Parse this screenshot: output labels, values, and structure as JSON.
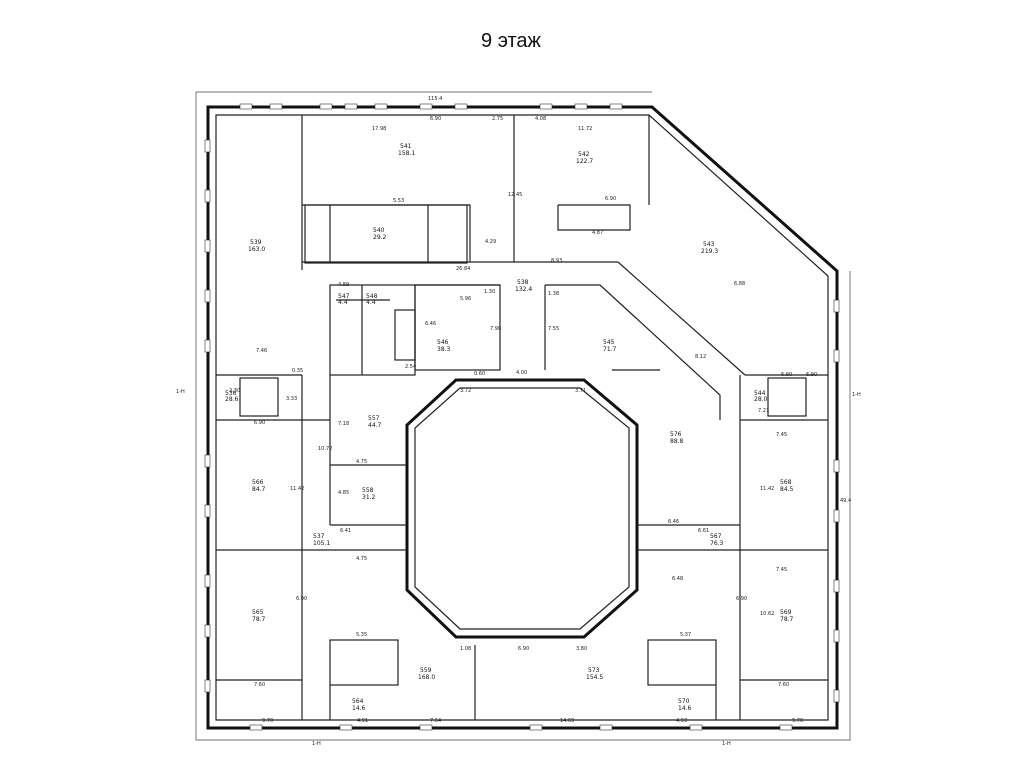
{
  "title": "9 этаж",
  "dimensions": {
    "top_total": "115.4",
    "right_total": "49.4",
    "axis_left": "1-Н",
    "axis_right": "1-Н",
    "axis_bottom_left": "1-Н",
    "axis_bottom_right": "1-Н"
  },
  "rooms": [
    {
      "id": "541",
      "area": "158.1"
    },
    {
      "id": "542",
      "area": "122.7"
    },
    {
      "id": "539",
      "area": "163.0"
    },
    {
      "id": "540",
      "area": "29.2"
    },
    {
      "id": "543",
      "area": "219.3"
    },
    {
      "id": "538",
      "area": "132.4"
    },
    {
      "id": "547",
      "area": "4.4"
    },
    {
      "id": "548",
      "area": "4.4"
    },
    {
      "id": "546",
      "area": "38.3"
    },
    {
      "id": "545",
      "area": "71.7"
    },
    {
      "id": "536",
      "area": "28.6"
    },
    {
      "id": "544",
      "area": "28.0"
    },
    {
      "id": "557",
      "area": "44.7"
    },
    {
      "id": "558",
      "area": "31.2"
    },
    {
      "id": "566",
      "area": "84.7"
    },
    {
      "id": "576",
      "area": "88.8"
    },
    {
      "id": "568",
      "area": "84.5"
    },
    {
      "id": "537",
      "area": "105.1"
    },
    {
      "id": "567",
      "area": "76.3"
    },
    {
      "id": "565",
      "area": "78.7"
    },
    {
      "id": "569",
      "area": "78.7"
    },
    {
      "id": "559",
      "area": "168.0"
    },
    {
      "id": "573",
      "area": "154.5"
    },
    {
      "id": "564",
      "area": "14.6"
    },
    {
      "id": "570",
      "area": "14.6"
    }
  ],
  "wall_dims": [
    "17.98",
    "6.90",
    "4.08",
    "11.72",
    "2.75",
    "6.90",
    "4.29",
    "26.84",
    "8.93",
    "6.90",
    "6.90",
    "7.46",
    "6.90",
    "10.72",
    "11.42",
    "6.90",
    "7.45",
    "11.42",
    "6.90",
    "10.62",
    "7.45",
    "9.70",
    "7.60",
    "9.70",
    "7.60",
    "4.91",
    "7.64",
    "14.69",
    "4.93",
    "6.90",
    "3.80",
    "5.35",
    "5.37",
    "6.48",
    "4.75",
    "6.41",
    "6.61",
    "6.46",
    "4.75",
    "4.00",
    "3.72",
    "3.71",
    "2.30",
    "3.33",
    "7.21",
    "4.89",
    "5.53",
    "4.87",
    "6.88",
    "8.12",
    "1.30",
    "1.38",
    "0.60",
    "1.08",
    "0.35",
    "12.45",
    "5.96",
    "7.55",
    "7.90",
    "6.46",
    "4.85",
    "7.18",
    "2.54"
  ]
}
